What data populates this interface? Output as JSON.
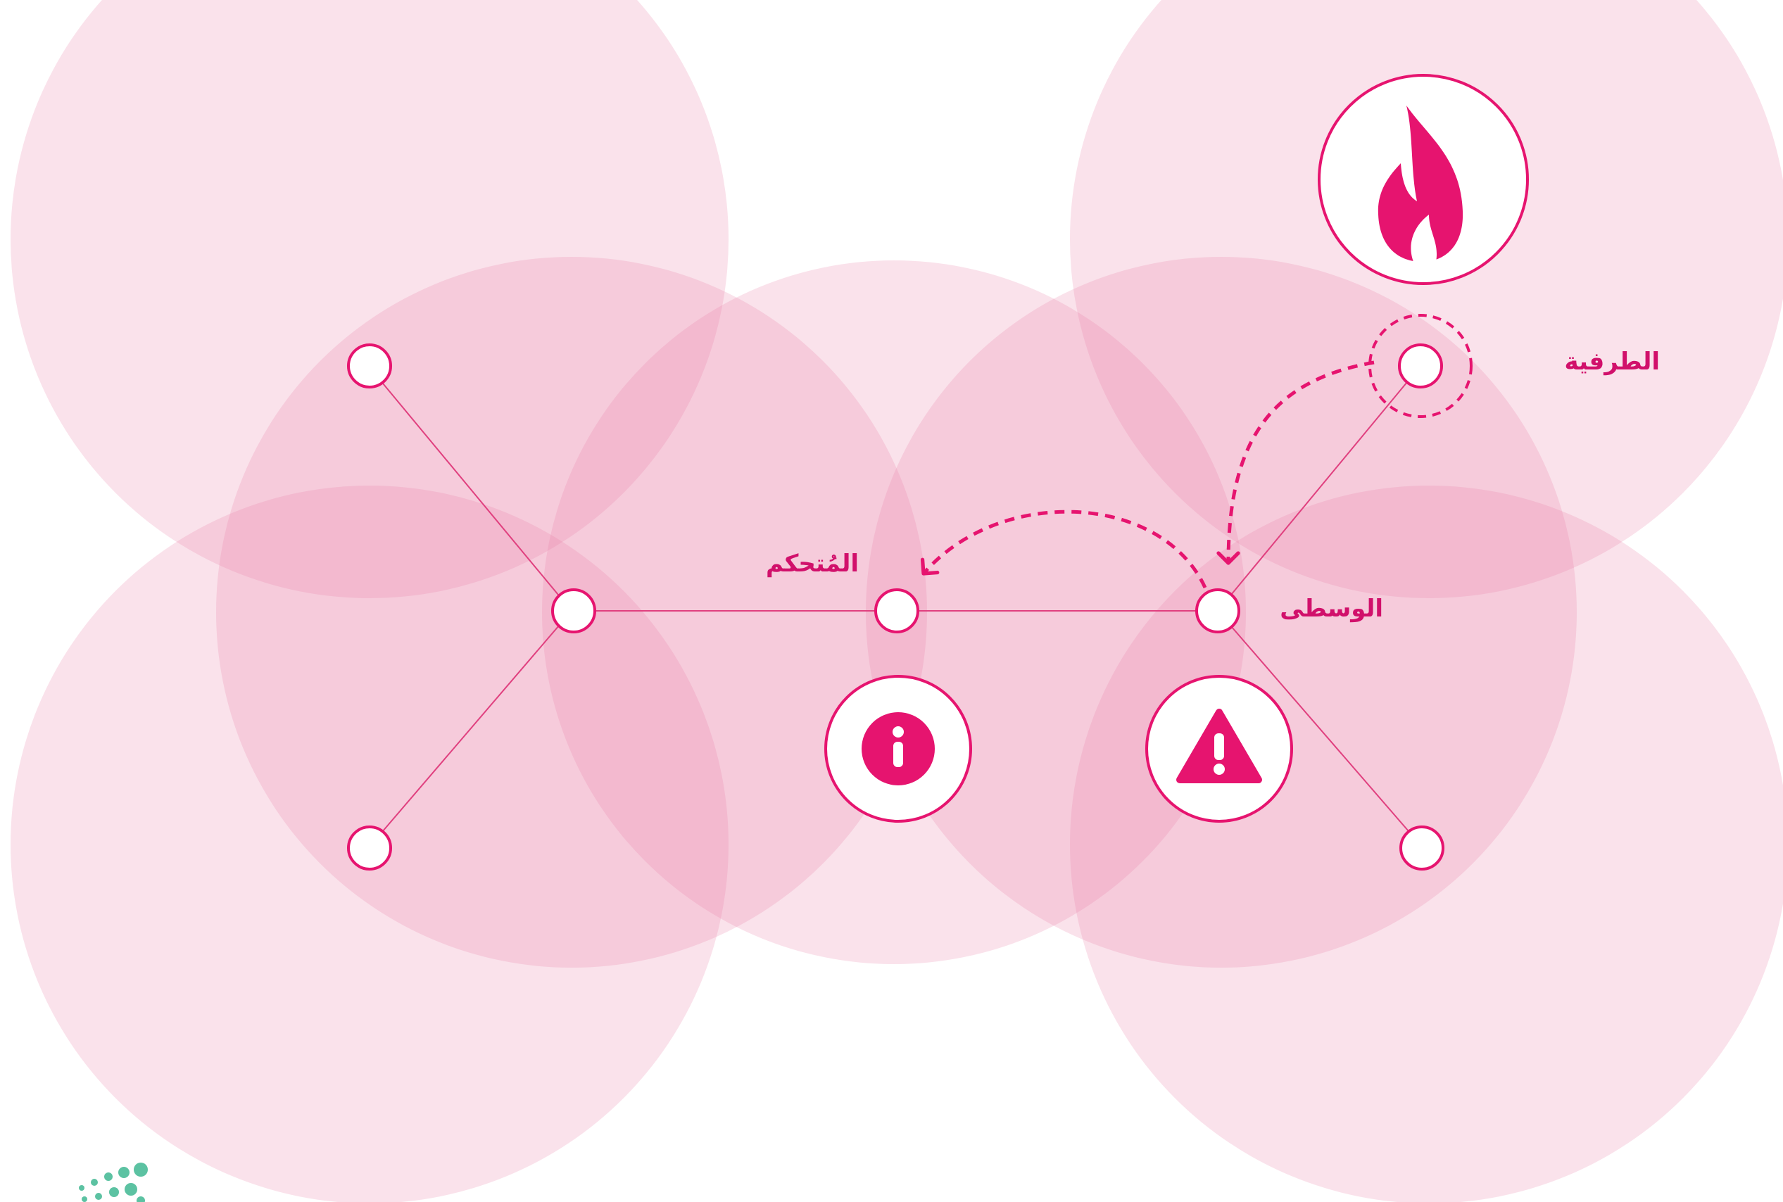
{
  "labels": {
    "edge": "الطرفية",
    "middle": "الوسطى",
    "controller": "المُتحكم"
  },
  "icons": {
    "fire": "fire-icon",
    "info": "info-icon",
    "warning": "warning-icon",
    "logo": "dotted-leaf-logo"
  },
  "colors": {
    "accent": "#e6146f",
    "circle_fill": "#e97aa6",
    "node_fill": "#ffffff",
    "logo_green": "#5cc2a2"
  }
}
